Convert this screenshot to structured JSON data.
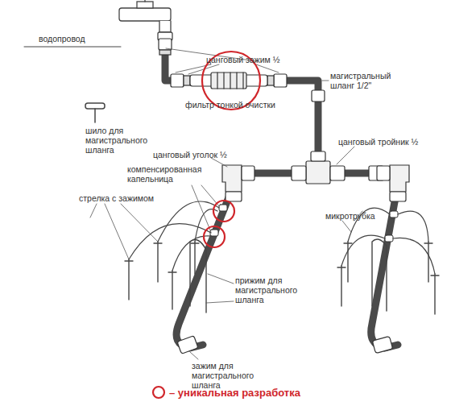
{
  "diagram": {
    "labels": [
      "водопровод",
      "цанговый зажим ½",
      "магистральный шланг 1/2\"",
      "фильтр тонкой очистки",
      "шило для магистрального шланга",
      "цанговый уголок ½",
      "цанговый тройник ½",
      "компенсированная капельница",
      "стрелка с зажимом",
      "микротрубка",
      "прижим для магистрального шланга",
      "зажим для магистрального шланга"
    ],
    "legend": [
      {
        "text": "– уникальная разработка"
      }
    ]
  }
}
